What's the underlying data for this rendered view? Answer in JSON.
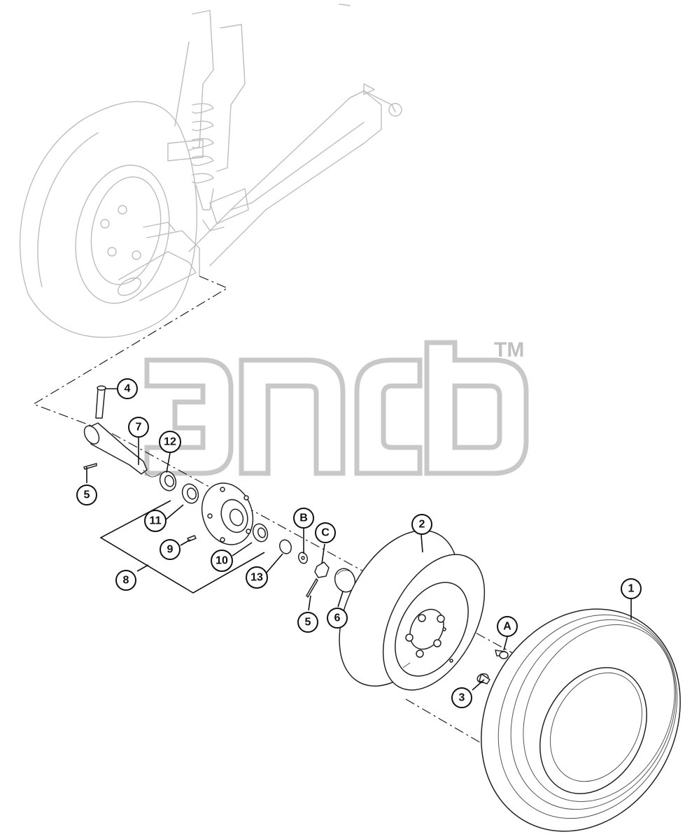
{
  "watermark": {
    "tm": "TM"
  },
  "callouts": {
    "c1": "1",
    "c2": "2",
    "c3": "3",
    "c4": "4",
    "c5a": "5",
    "c5b": "5",
    "c6": "6",
    "c7": "7",
    "c8": "8",
    "c9": "9",
    "c10": "10",
    "c11": "11",
    "c12": "12",
    "c13": "13",
    "cA": "A",
    "cB": "B",
    "cC": "C"
  }
}
